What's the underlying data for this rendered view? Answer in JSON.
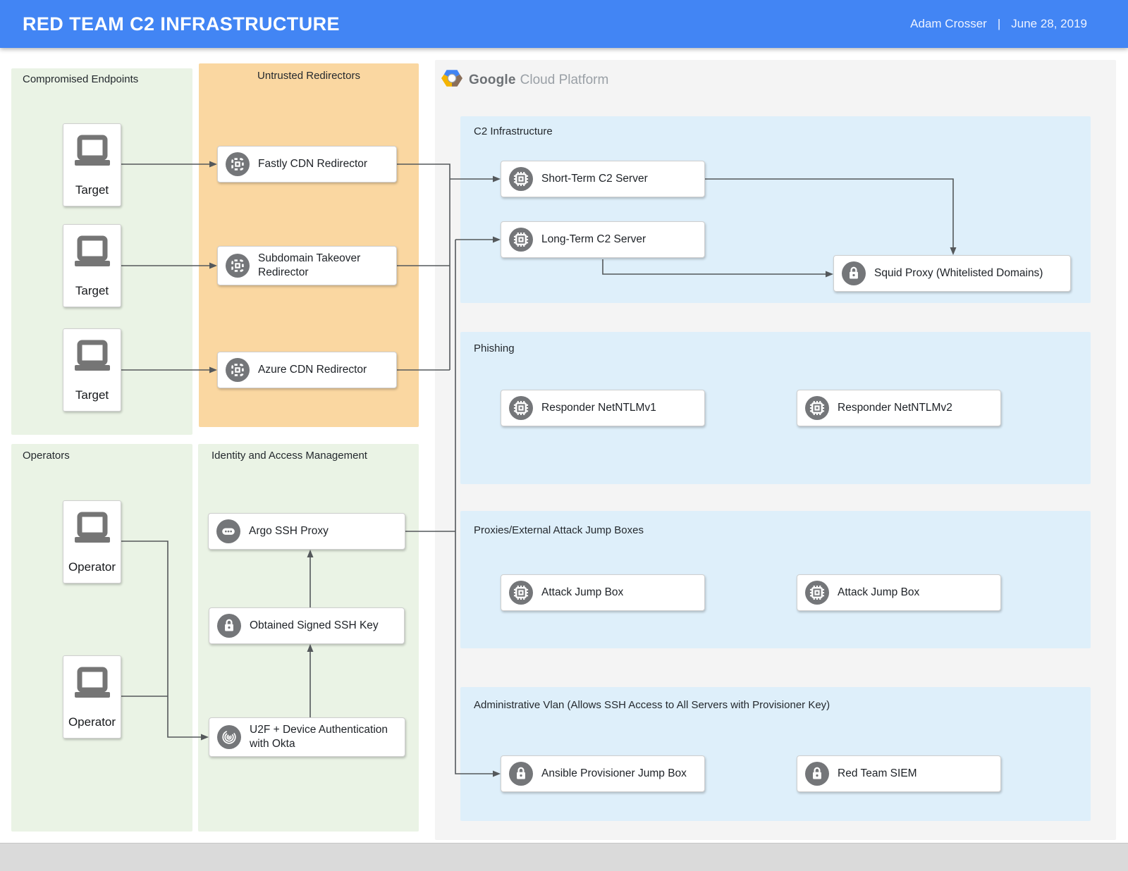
{
  "header": {
    "title": "RED TEAM C2 INFRASTRUCTURE",
    "author": "Adam Crosser",
    "divider": "|",
    "date": "June 28, 2019"
  },
  "gcp_logo": {
    "name_primary": "Google",
    "name_secondary": "Cloud Platform"
  },
  "panels": {
    "compromised_endpoints": {
      "label": "Compromised Endpoints",
      "devices": [
        {
          "label": "Target"
        },
        {
          "label": "Target"
        },
        {
          "label": "Target"
        }
      ]
    },
    "untrusted_redirectors": {
      "label": "Untrusted Redirectors",
      "nodes": [
        {
          "label": "Fastly CDN Redirector",
          "icon": "image-icon"
        },
        {
          "label": "Subdomain Takeover Redirector",
          "icon": "image-icon"
        },
        {
          "label": "Azure CDN Redirector",
          "icon": "image-icon"
        }
      ]
    },
    "operators": {
      "label": "Operators",
      "devices": [
        {
          "label": "Operator"
        },
        {
          "label": "Operator"
        }
      ]
    },
    "identity_access_management": {
      "label": "Identity and Access Management",
      "nodes": [
        {
          "label": "Argo SSH Proxy",
          "icon": "console-icon"
        },
        {
          "label": "Obtained Signed SSH Key",
          "icon": "lock-icon"
        },
        {
          "label": "U2F + Device Authentication with Okta",
          "icon": "fingerprint-icon"
        }
      ]
    },
    "google_cloud": {
      "sections": [
        {
          "label": "C2 Infrastructure",
          "nodes": [
            {
              "label": "Short-Term C2 Server",
              "icon": "chip-icon"
            },
            {
              "label": "Long-Term C2 Server",
              "icon": "chip-icon"
            },
            {
              "label": "Squid Proxy (Whitelisted Domains)",
              "icon": "lock-icon"
            }
          ]
        },
        {
          "label": "Phishing",
          "nodes": [
            {
              "label": "Responder NetNTLMv1",
              "icon": "chip-icon"
            },
            {
              "label": "Responder NetNTLMv2",
              "icon": "chip-icon"
            }
          ]
        },
        {
          "label": "Proxies/External Attack Jump Boxes",
          "nodes": [
            {
              "label": "Attack Jump Box",
              "icon": "chip-icon"
            },
            {
              "label": "Attack Jump Box",
              "icon": "chip-icon"
            }
          ]
        },
        {
          "label": "Administrative Vlan (Allows SSH Access to All Servers with Provisioner Key)",
          "nodes": [
            {
              "label": "Ansible Provisioner Jump Box",
              "icon": "lock-icon"
            },
            {
              "label": "Red Team SIEM",
              "icon": "lock-icon"
            }
          ]
        }
      ]
    }
  },
  "colors": {
    "header": "#4285F4",
    "panel_green": "#EAF3E5",
    "panel_orange": "#FAD7A1",
    "panel_gray": "#F4F4F4",
    "panel_blue": "#DEEFFA",
    "icon_gray": "#747679",
    "wire": "#54585B",
    "footer": "#DADADA"
  }
}
